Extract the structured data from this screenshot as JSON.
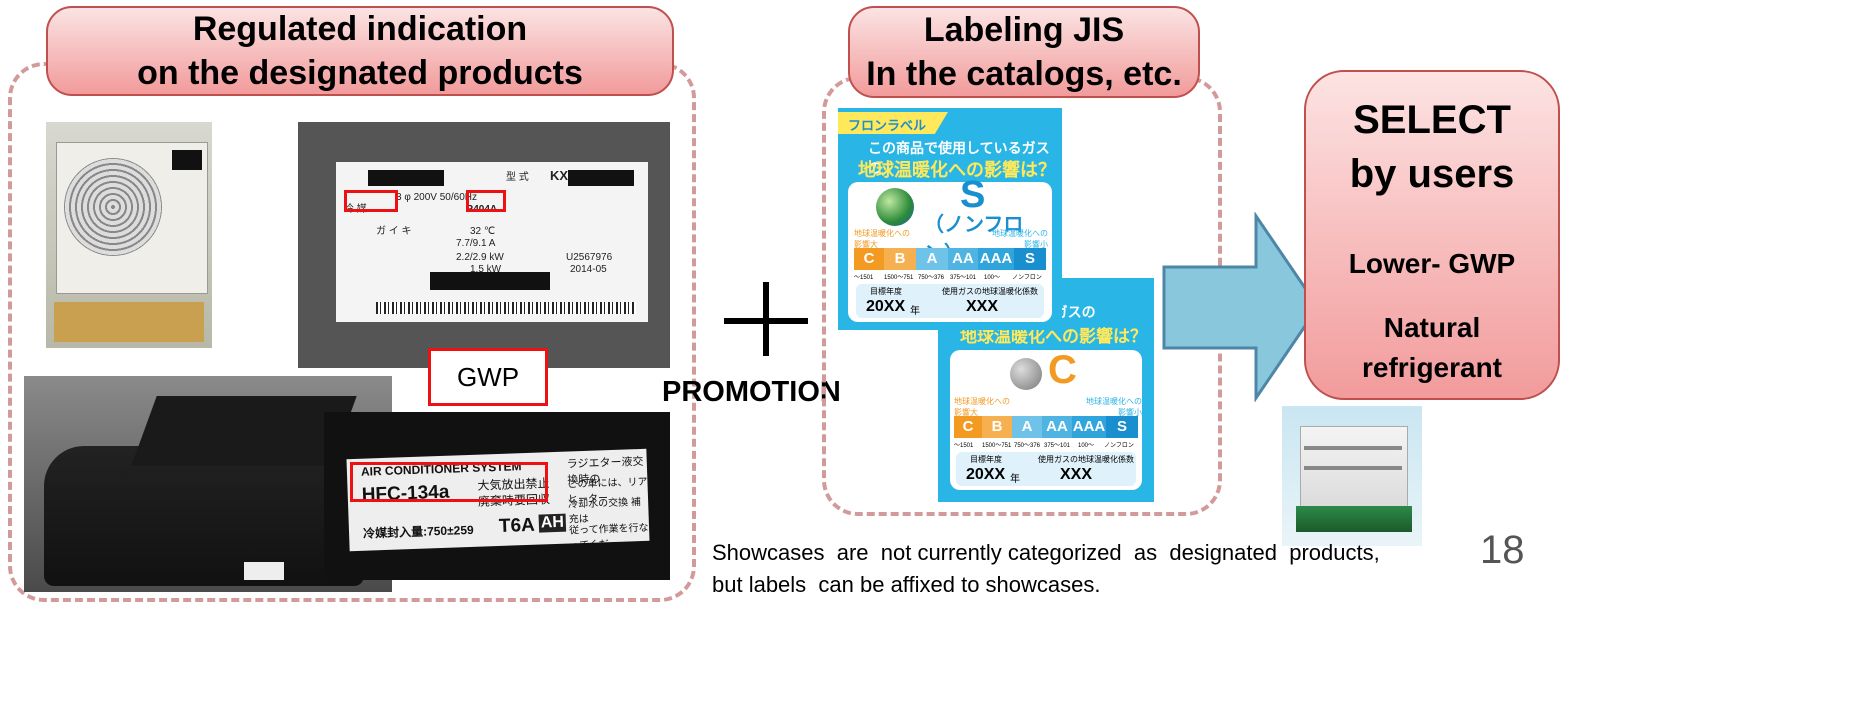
{
  "left_section": {
    "banner_line1": "Regulated indication",
    "banner_line2": "on the designated products",
    "gwp_label": "GWP",
    "nameplate": {
      "katashiki": "型 式",
      "model_prefix": "KX",
      "row1": "3 φ 200V  50/60Hz",
      "refrigerant_label": "冷 媒",
      "refrigerant": "R404A",
      "gas_label": "ガ イ キ",
      "temp": "32 ℃",
      "currents": "7.7/9.1 A",
      "power": "2.2/2.9 kW",
      "output": "1.5 kW",
      "date": "2014-05",
      "serial": "U2567976"
    },
    "car_label": {
      "system": "AIR CONDITIONER SYSTEM",
      "refrigerant": "HFC-134a",
      "jp1": "大気放出禁止",
      "jp2": "廃棄時要回収",
      "charge": "冷媒封入量:750±259",
      "code": "T6A",
      "code2": "AH",
      "radiator": "ラジエター液交換時の",
      "r2": "この車には、リアヒーター",
      "r3": "冷却水の交換 補充は",
      "r4": "従って作業を行なってくだ"
    }
  },
  "plus_sign": "+",
  "promotion": "PROMOTION",
  "middle_section": {
    "banner_line1": "Labeling JIS",
    "banner_line2": "In the catalogs, etc.",
    "card1": {
      "tag": "フロンラベル",
      "q1": "この商品で使用しているガスの",
      "q2": "地球温暖化への影響は？",
      "grade": "S",
      "grade_sub": "（ノンフロン）",
      "left_cap": "地球温暖化への影響大",
      "right_cap": "地球温暖化への影響小",
      "scale": [
        "C",
        "B",
        "A",
        "AA",
        "AAA",
        "S"
      ],
      "scale_nums": [
        "～1501",
        "1500～751",
        "750～376",
        "375～101",
        "100～",
        "ノンフロン"
      ],
      "target_label": "目標年度",
      "target_value": "20XX",
      "target_unit": "年",
      "coef_label": "使用ガスの地球温暖化係数",
      "coef_value": "XXX"
    },
    "card2": {
      "q1": "しているガスの",
      "q2": "地球温暖化への影響は？",
      "grade": "C",
      "left_cap": "地球温暖化への影響大",
      "right_cap": "地球温暖化への影響小",
      "scale": [
        "C",
        "B",
        "A",
        "AA",
        "AAA",
        "S"
      ],
      "scale_nums": [
        "～1501",
        "1500～751",
        "750～376",
        "375～101",
        "100～",
        "ノンフロン"
      ],
      "target_label": "目標年度",
      "target_value": "20XX",
      "target_unit": "年",
      "coef_label": "使用ガスの地球温暖化係数",
      "coef_value": "XXX"
    }
  },
  "right_section": {
    "line1": "SELECT",
    "line2": "by users",
    "item1": "Lower- GWP",
    "item2_line1": "Natural",
    "item2_line2": "refrigerant"
  },
  "footnote_line1": "Showcases  are  not currently categorized  as  designated  products,",
  "footnote_line2": "but labels  can be affixed to showcases.",
  "page_number": "18",
  "colors": {
    "banner_pink": "#f29b9b",
    "dash_border": "#d39a9a",
    "arrow_blue": "#89c8dc",
    "label_cyan": "#29b5e5",
    "scale_orange": "#f29a22",
    "red_highlight": "#e11111"
  }
}
